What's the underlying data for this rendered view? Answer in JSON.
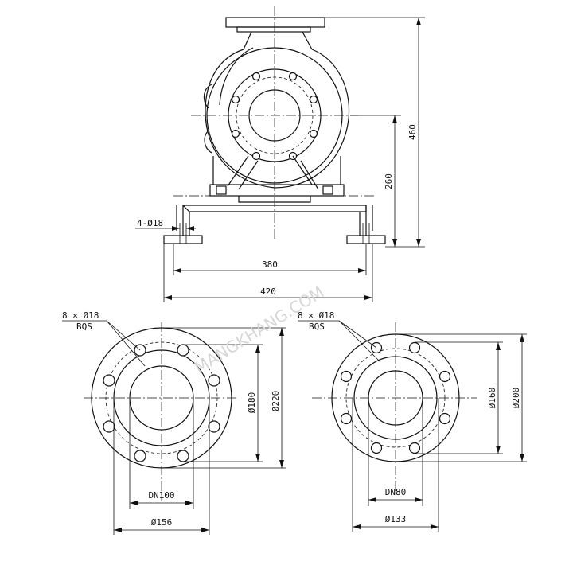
{
  "pump_view": {
    "height_overall": "460",
    "shaft_height": "260",
    "hole_spec": "4-Ø18",
    "bolt_spacing": "380",
    "base_width": "420"
  },
  "inlet_flange": {
    "bolts": "8 × Ø18",
    "bolt_spec": "BQS",
    "pcd": "Ø180",
    "outer_diameter": "Ø220",
    "nominal": "DN100",
    "raised_face": "Ø156"
  },
  "outlet_flange": {
    "bolts": "8 × Ø18",
    "bolt_spec": "BQS",
    "pcd": "Ø160",
    "outer_diameter": "Ø200",
    "nominal": "DN80",
    "raised_face": "Ø133"
  },
  "watermark": {
    "url": "MANGKHANG.COM"
  }
}
